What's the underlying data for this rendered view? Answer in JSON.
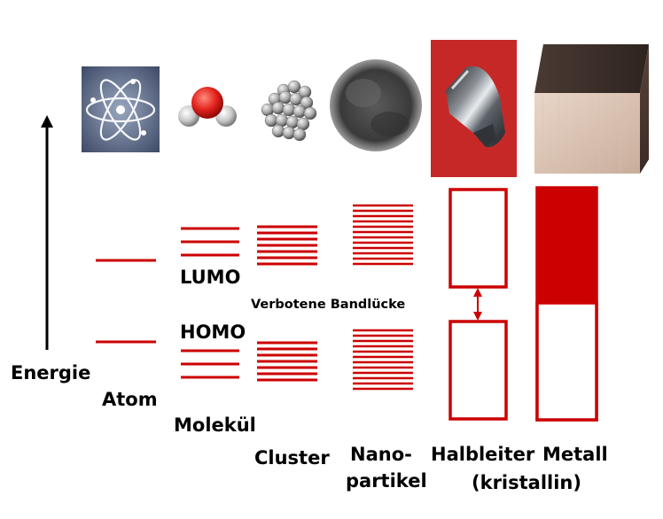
{
  "axis": {
    "label": "Energie"
  },
  "columns": [
    {
      "id": "atom",
      "label": "Atom"
    },
    {
      "id": "molecule",
      "label": "Molekül"
    },
    {
      "id": "cluster",
      "label": "Cluster"
    },
    {
      "id": "nanoparticle",
      "label_line1": "Nano-",
      "label_line2": "partikel"
    },
    {
      "id": "semiconductor",
      "label_line1": "Halbleiter",
      "label_line2": "(kristallin)"
    },
    {
      "id": "metal",
      "label": "Metall"
    }
  ],
  "annotations": {
    "lumo": "LUMO",
    "homo": "HOMO",
    "band_gap": "Verbotene Bandlücke"
  },
  "colors": {
    "level": "#cc0000",
    "text": "#000000"
  },
  "level_counts": {
    "atom": 2,
    "molecule_upper": 3,
    "molecule_lower": 3,
    "cluster_upper": 7,
    "cluster_lower": 7,
    "nanoparticle_upper": 12,
    "nanoparticle_lower": 12
  },
  "images": [
    {
      "name": "atom-model-image"
    },
    {
      "name": "water-molecule-image"
    },
    {
      "name": "cluster-image"
    },
    {
      "name": "nanoparticle-image"
    },
    {
      "name": "semiconductor-crystal-image"
    },
    {
      "name": "metal-bar-image"
    }
  ]
}
